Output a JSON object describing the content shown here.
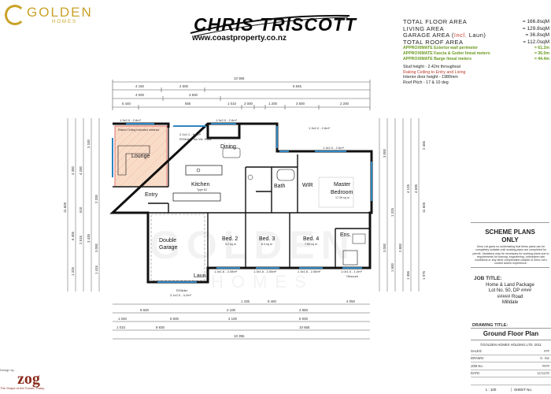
{
  "header": {
    "brand_name": "GOLDEN",
    "brand_sub": "HOMES",
    "agent_name": "CHRIS TRISCOTT",
    "agent_url": "www.coastproperty.co.nz"
  },
  "areas": {
    "rows": [
      {
        "label": "TOTAL FLOOR AREA",
        "value": "= 166.8sqM"
      },
      {
        "label": "LIVING AREA",
        "value": "= 129.8sqM"
      },
      {
        "label_a": "GARAGE AREA (",
        "label_incl": "Incl.",
        "label_b": " Laun)",
        "value": "= 36.8sqM"
      },
      {
        "label": "TOTAL ROOF AREA",
        "value": "= 112.0sqM"
      }
    ],
    "green_rows": [
      {
        "label": "APPROXIMATE Exterior wall perimeter",
        "value": "= 61.2m"
      },
      {
        "label": "APPROXIMATE Fascia & Gutter lineal meters",
        "value": "= 36.0m"
      },
      {
        "label": "APPROXIMATE Barge lineal meters",
        "value": "= 44.4m"
      }
    ],
    "notes": [
      "Stud height - 2.42m throughout",
      "Raking Ceiling to Entry and Living",
      "Interior door height - 1980mm",
      "Roof Pitch - 17 & 10 deg"
    ]
  },
  "plan": {
    "rooms": {
      "lounge": "Lounge",
      "entry": "Entry",
      "kitchen": "Kitchen",
      "kitchen_sub": "Type K2",
      "dining": "Dining",
      "bath": "Bath",
      "wir": "WIR",
      "master": "Master",
      "master2": "Bedroom",
      "garage": "Double",
      "garage2": "Garage",
      "laun": "Laun.",
      "bed2": "Bed. 2",
      "bed3": "Bed. 3",
      "bed4": "Bed. 4",
      "ens": "Ens.",
      "master_area": "17.39 sq m",
      "bed2_area": "9.2 sq m",
      "bed3_area": "8.3 sq m",
      "bed4_area": "7.83 sq m"
    },
    "windows": [
      "1.3x2.0 - 2.6m²",
      "1.3x2.0 - 2.6m²",
      "2.1x2.1 - 9.6m²",
      "R/Slider - No Vis. Rails",
      "1.3x2.0 - 2.6m²",
      "1.3x2.0 - 2.6m²",
      "1.3x1.6 - 2.08m²",
      "1.3x1.6 - 2.08m²",
      "1.3x1.6 - 2.08m²",
      "1.0x1.0 - 1.0m²",
      "Obscure",
      "R/Slider",
      "2.1x2.0 - 4.2m²",
      "Raked Ceiling indicated matches"
    ],
    "dims_top": [
      "10 355",
      "4 160",
      "2 500",
      "6 845",
      "4 000",
      "3 500",
      "2 200",
      "5 440",
      "850",
      "1 010",
      "2 000",
      "1 200",
      "3 500"
    ],
    "dims_bottom": [
      "1 435",
      "9 460",
      "4 050",
      "9 600",
      "2 100",
      "2 950",
      "1 040",
      "5 600",
      "2 100",
      "5 000",
      "1 010",
      "8 830",
      "10 655",
      "10 355"
    ],
    "dims_left": [
      "11 605",
      "4 300",
      "4 200",
      "3 100",
      "3 435",
      "6 405",
      "2 200",
      "2 515",
      "1 325",
      "1 415",
      "3 000",
      "610"
    ],
    "dims_right": [
      "3 000",
      "2 465",
      "4 125",
      "4 695",
      "11 605",
      "1 325",
      "1 975",
      "3 000",
      "2 800",
      "1 600",
      "1 355"
    ]
  },
  "scheme": {
    "title_1": "SCHEME PLANS",
    "title_2": "ONLY",
    "text": "Zeno Ltd gives no undertaking that these plans can be completely suitable until working plans are completed for permit. Variations may be necessary for working plans due to requirements for bracing, engineering, unforeseen site conditions or any other complication outside of Zeno Ltd's control and/or experience."
  },
  "job": {
    "label": "JOB TITLE:",
    "line1": "Home & Land Package",
    "line2": "Lot No. 50, DP ####",
    "line3": "##### Road",
    "line4": "Milldale"
  },
  "drawing": {
    "label": "DRAWING TITLE:",
    "title": "Ground Floor Plan",
    "copyright": "©GOLDEN HOMES HOLDING LTD. 2011",
    "rows": [
      {
        "k": "SALES:",
        "v": "###"
      },
      {
        "k": "DRAWN:",
        "v": "G. Ste"
      },
      {
        "k": "JOB No.",
        "v": "####"
      },
      {
        "k": "DATE:",
        "v": "11/11/20"
      }
    ],
    "scale": "1 : 100",
    "sheet": "SHEET No."
  },
  "footer": {
    "design": "Design by",
    "zog": "zog",
    "tag": "The Shape of the Future, Today"
  },
  "watermark": {
    "a": "GOLDEN",
    "b": "HOMES"
  }
}
